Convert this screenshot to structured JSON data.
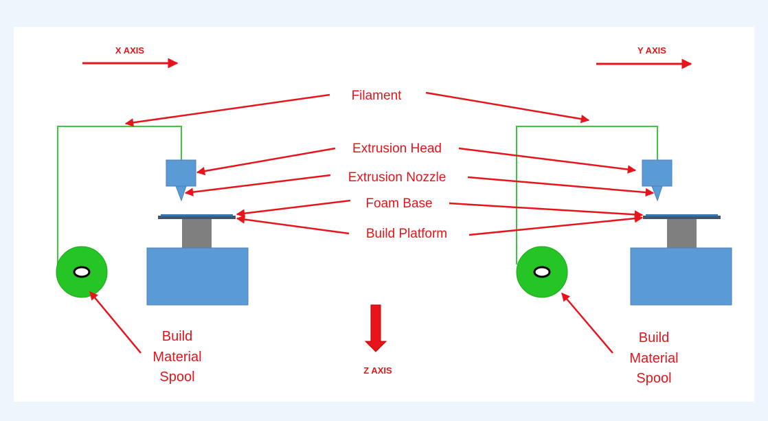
{
  "axes": {
    "x_label": "X AXIS",
    "y_label": "Y AXIS",
    "z_label": "Z AXIS"
  },
  "labels": {
    "filament": "Filament",
    "extrusion_head": "Extrusion Head",
    "extrusion_nozzle": "Extrusion Nozzle",
    "foam_base": "Foam Base",
    "build_platform": "Build Platform"
  },
  "spool_label": {
    "left": [
      "Build",
      "Material",
      "Spool"
    ],
    "right": [
      "Build",
      "Material",
      "Spool"
    ]
  },
  "colors": {
    "background": "#eef5fd",
    "panel": "#ffffff",
    "arrow_red": "#e8141b",
    "text_red": "#e3151b",
    "block_blue": "#5b9bd5",
    "block_border": "#4b7fb8",
    "column_gray": "#7f7f7f",
    "platform_dark": "#44546a",
    "filament_green": "#3cc73c",
    "spool_green": "#26c526"
  }
}
